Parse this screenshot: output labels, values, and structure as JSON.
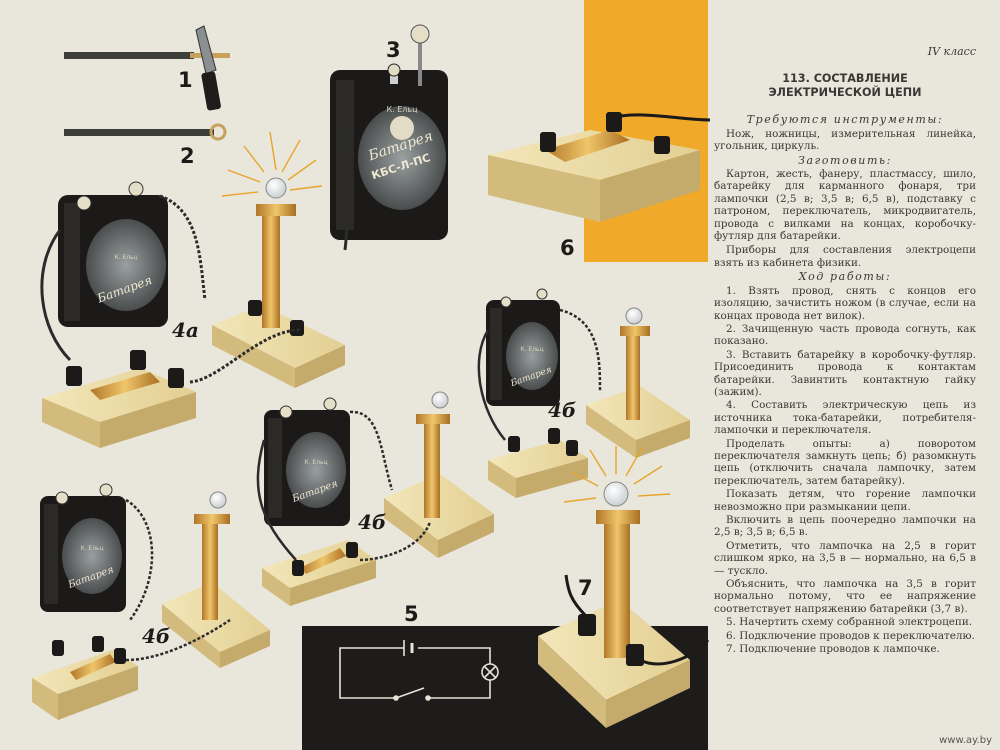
{
  "figures": {
    "n1": "1",
    "n2": "2",
    "n3": "3",
    "n4a": "4а",
    "n4b1": "4б",
    "n4b2": "4б",
    "n4b3": "4б",
    "n5": "5",
    "n6": "6",
    "n7": "7"
  },
  "battery": {
    "brand": "К. Ельц",
    "label": "Батарея",
    "model": "КБС-Л-ПС"
  },
  "colors": {
    "orange": "#f0a928",
    "wood": "#e8d7a0",
    "black": "#1c1a18",
    "brass": "#d9a94a"
  },
  "text": {
    "grade": "IV класс",
    "title_1": "113. СОСТАВЛЕНИЕ",
    "title_2": "ЭЛЕКТРИЧЕСКОЙ ЦЕПИ",
    "tools_heading": "Требуются инструменты:",
    "tools": "Нож, ножницы, измерительная линейка, угольник, циркуль.",
    "prep_heading": "Заготовить:",
    "prep": "Картон, жесть, фанеру, пластмассу, шило, батарейку для карманного фонаря, три лампочки (2,5 в; 3,5 в; 6,5 в), подставку с патроном, переключатель, микродвигатель, провода с вилками на концах, коробочку-футляр для батарейки.",
    "prep2": "Приборы для составления электроцепи взять из кабинета физики.",
    "work_heading": "Ход работы:",
    "s1": "1. Взять провод, снять с концов его изоляцию, зачистить ножом (в случае, если на концах провода нет вилок).",
    "s2": "2. Зачищенную часть провода согнуть, как показано.",
    "s3": "3. Вставить батарейку в коробочку-футляр. Присоединить провода к контактам батарейки. Завинтить контактную гайку (зажим).",
    "s4": "4. Составить электрическую цепь из источника тока-батарейки, потребителя-лампочки и переключателя.",
    "s4b": "Проделать опыты: а) поворотом переключателя замкнуть цепь; б) разомкнуть цепь (отключить сначала лампочку, затем переключатель, затем батарейку).",
    "s4c": "Показать детям, что горение лампочки невозможно при размыкании цепи.",
    "s4d": "Включить в цепь поочередно лампочки на 2,5 в; 3,5 в; 6,5 в.",
    "s4e": "Отметить, что лампочка на 2,5 в горит слишком ярко, на 3,5 в — нормально, на 6,5 в — тускло.",
    "s4f": "Объяснить, что лампочка на 3,5 в горит нормально потому, что ее напряжение соответствует напряжению батарейки (3,7 в).",
    "s5": "5. Начертить схему собранной электроцепи.",
    "s6": "6. Подключение проводов к переключателю.",
    "s7": "7. Подключение проводов к лампочке."
  },
  "watermark": "www.ay.by"
}
